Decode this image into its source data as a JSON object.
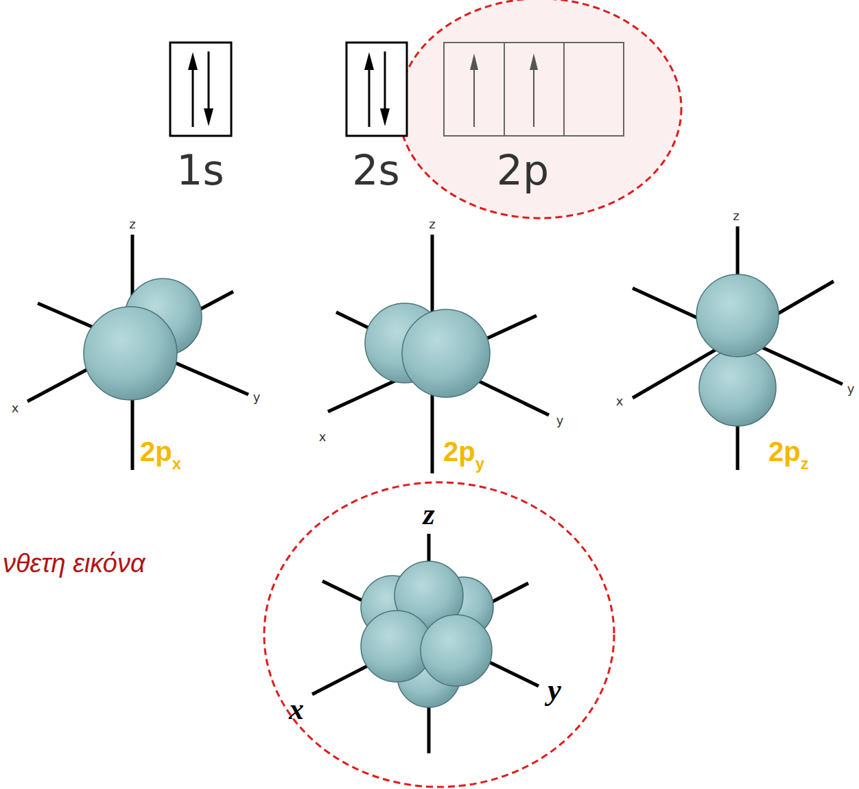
{
  "diagram": {
    "labels": [
      "1s",
      "2s",
      "2p",
      "z",
      "x",
      "y",
      "2p",
      "x",
      "z",
      "x",
      "y",
      "2p",
      "y",
      "z",
      "x",
      "y",
      "2p",
      "z",
      "z",
      "νθετη εικόνα",
      "x",
      "y"
    ]
  }
}
